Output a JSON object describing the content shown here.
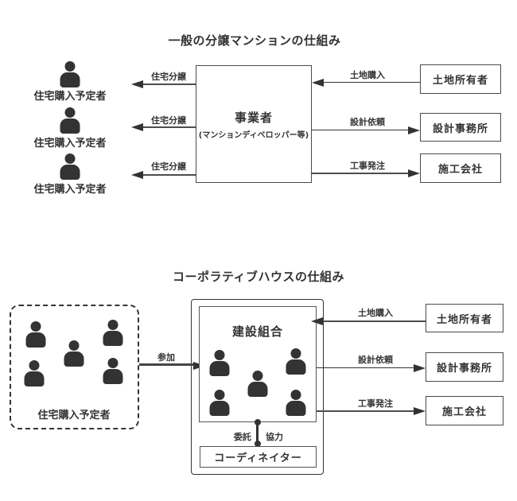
{
  "page": {
    "background_color": "#ffffff",
    "text_color": "#333333",
    "line_color": "#4d4d4d"
  },
  "diagram1": {
    "title": "一般の分譲マンションの仕組み",
    "buyers": [
      {
        "label": "住宅購入予定者"
      },
      {
        "label": "住宅購入予定者"
      },
      {
        "label": "住宅購入予定者"
      }
    ],
    "sale_arrows": [
      {
        "label": "住宅分譲"
      },
      {
        "label": "住宅分譲"
      },
      {
        "label": "住宅分譲"
      }
    ],
    "operator_box": {
      "title": "事業者",
      "subtitle": "(マンションディベロッパー等)"
    },
    "partners": [
      {
        "label": "土地所有者",
        "arrow_label": "土地購入",
        "arrow_direction": "incoming"
      },
      {
        "label": "設計事務所",
        "arrow_label": "設計依頼",
        "arrow_direction": "outgoing"
      },
      {
        "label": "施工会社",
        "arrow_label": "工事発注",
        "arrow_direction": "outgoing"
      }
    ]
  },
  "diagram2": {
    "title": "コーポラティブハウスの仕組み",
    "buyers_group": {
      "label": "住宅購入予定者",
      "member_count": 5
    },
    "join_arrow": {
      "label": "参加"
    },
    "union_box": {
      "title": "建設組合",
      "member_count": 5
    },
    "coordinator_links": {
      "left_label": "委託",
      "right_label": "協力"
    },
    "coordinator_box": {
      "label": "コーディネイター"
    },
    "partners": [
      {
        "label": "土地所有者",
        "arrow_label": "土地購入",
        "arrow_direction": "incoming"
      },
      {
        "label": "設計事務所",
        "arrow_label": "設計依頼",
        "arrow_direction": "outgoing"
      },
      {
        "label": "施工会社",
        "arrow_label": "工事発注",
        "arrow_direction": "outgoing"
      }
    ]
  }
}
